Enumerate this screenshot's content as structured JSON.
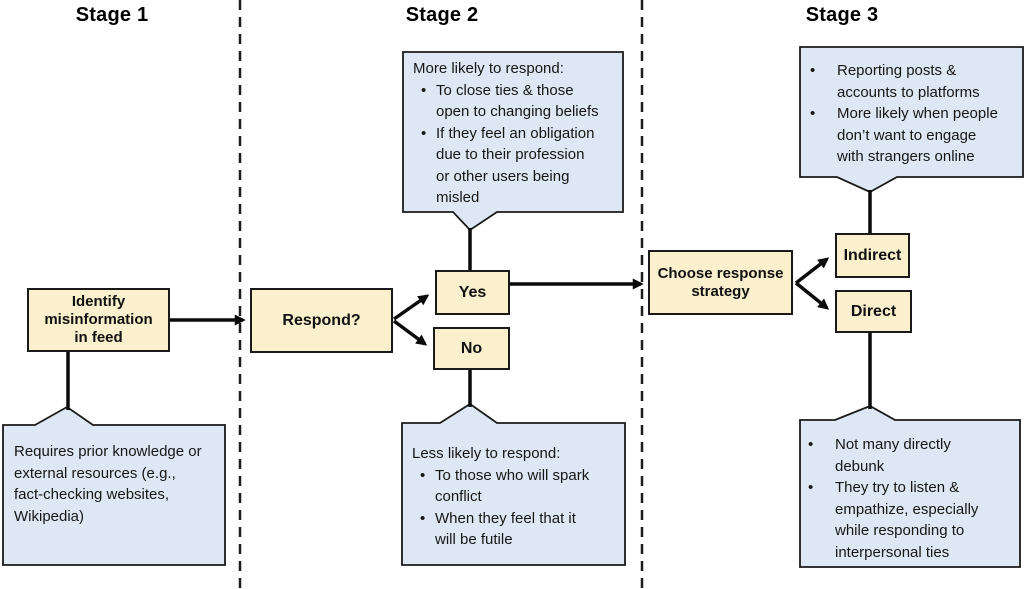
{
  "title": "Misinformation response stages flowchart",
  "stage_headers": [
    "Stage 1",
    "Stage 2",
    "Stage 3"
  ],
  "nodes": {
    "identify": "Identify\nmisinformation\nin feed",
    "respond": "Respond?",
    "yes": "Yes",
    "no": "No",
    "choose": "Choose response\nstrategy",
    "indirect": "Indirect",
    "direct": "Direct"
  },
  "callouts": {
    "stage1_bottom": {
      "body": "Requires prior knowledge or\nexternal resources (e.g.,\nfact-checking websites,\nWikipedia)"
    },
    "stage2_top": {
      "header": "More likely to respond:",
      "bullets": [
        "To close ties & those\nopen to changing beliefs",
        "If they feel an obligation\ndue to their profession\nor other users being\nmisled"
      ]
    },
    "stage2_bottom": {
      "header": "Less likely to respond:",
      "bullets": [
        "To those who will spark\nconflict",
        "When they feel that it\nwill be futile"
      ]
    },
    "stage3_top": {
      "bullets": [
        "Reporting posts &\naccounts to platforms",
        "More likely when people\ndon’t want to engage\nwith strangers online"
      ]
    },
    "stage3_bottom": {
      "bullets": [
        "Not many directly\ndebunk",
        "They try to listen &\nempathize, especially\nwhile responding to\ninterpersonal ties"
      ]
    }
  },
  "colors": {
    "node_fill": "#faf0cd",
    "callout_fill": "#dde8f4",
    "border": "#1a1a1a",
    "line": "#0b0b0b"
  }
}
